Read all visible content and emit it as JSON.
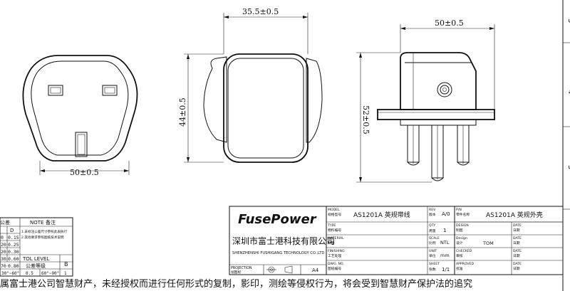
{
  "dimensions": {
    "front_top_width": "35.5±0.5",
    "front_height": "44±0.5",
    "left_width": "50±0.5",
    "side_width": "50±0.5",
    "side_height": "52±0.5"
  },
  "title_block": {
    "brand": "FusePower",
    "company_cn": "深圳市富士港科技有限公司",
    "company_en": "SHENZHENSHI FUSHIGANG TECHNOLOGY CO.,LTD",
    "projection_label": "PROJECTION",
    "projection_cn": "视图标",
    "paper_size": "A4",
    "model_label": "MODEL",
    "model_cn": "规格型号",
    "model_value": "AS1201A 英规带线",
    "rev_label": "REV",
    "rev_cn": "版本",
    "rev_value": "A/0",
    "type_label": "TYPE",
    "type_cn": "物料编号",
    "qty_label": "QTY",
    "qty_cn": "用量",
    "qty_value": "1",
    "material_label": "MATERIAL",
    "material_cn": "材质",
    "scale_label": "SCALE",
    "scale_cn": "比例",
    "scale_value": "NTL",
    "finishing_label": "FINISHING",
    "finishing_cn": "工艺处理",
    "unit_label": "UNIT",
    "unit_cn": "单位",
    "unit_value": "mm",
    "dwg_label": "DWG. NO.",
    "dwg_cn": "图纸编号",
    "sheet_label": "SHEET",
    "sheet_cn": "张数",
    "sheet_value": "1/1",
    "pn_label": "P/N",
    "pn_cn": "零件名称",
    "pn_value": "AS1201A 英规外壳",
    "design_label": "DESIGN",
    "design_cn": "制图",
    "design2_label": "Design",
    "design2_cn": "设计",
    "designer": "TOM",
    "checked_label": "CHECKED",
    "checked_cn": "审核",
    "approved_label": "APPROVED",
    "approved_cn": "批准",
    "date_label": "DATE",
    "date_cn": "日期"
  },
  "tolerance_table": {
    "title_cn": "公差",
    "note_label": "NOTE",
    "note_cn": "备注",
    "col_d": "D",
    "rows": [
      [
        "0",
        "0.15"
      ],
      [
        "20",
        "0.25"
      ],
      [
        "20",
        "0.30"
      ],
      [
        "30",
        "0.60"
      ],
      [
        "70",
        "0.80"
      ]
    ],
    "tol_level": "TOL LEVEL",
    "tol_level_cn": "公差等级",
    "grade": "B",
    "footer_a": "30°~60°",
    "footer_b": "0.5",
    "footer_c": "60°~90°",
    "footer_d": "1",
    "note_line1": "1.未标注公差尺寸参照此表执行",
    "note_line2": "2.其他要求参照图纸技术说明"
  },
  "footer_notice": "属富士港公司智慧财产，未经授权而进行任何形式的复制，影印，测绘等侵权行为，将会受到智慧财产保护法的追究",
  "border_marks": [
    "3",
    "4",
    "5"
  ]
}
